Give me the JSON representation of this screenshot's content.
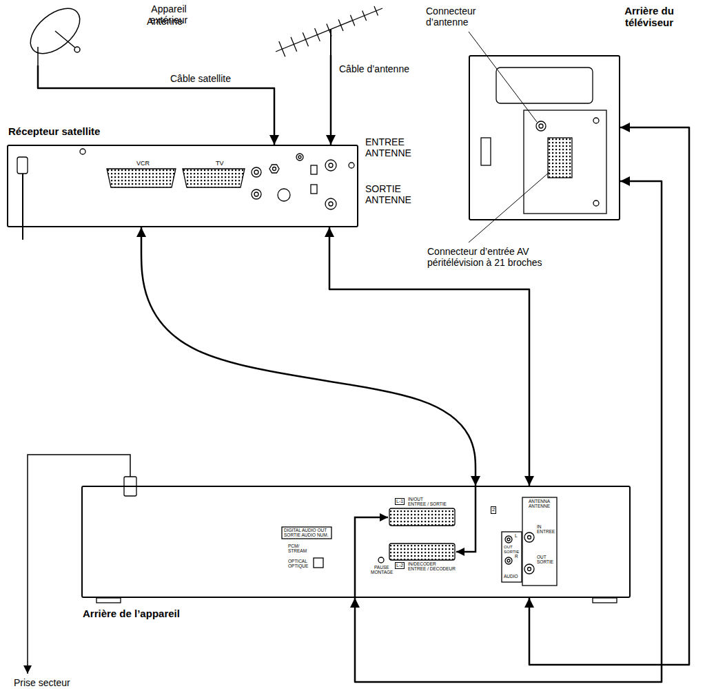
{
  "diagram": {
    "nodes": [
      {
        "text": [
          "Appareil extérieur"
        ]
      },
      {
        "text": [
          "Antenne"
        ]
      },
      {
        "text": [
          "Récepteur satellite",
          "VCR",
          "TV"
        ]
      },
      {
        "text": [
          "Arrière du téléviseur"
        ]
      },
      {
        "text": [
          "Arrière de l’appareil"
        ]
      }
    ],
    "edges": [
      {
        "from": 0,
        "to": 2,
        "arrow": "to",
        "label": "Câble satellite"
      },
      {
        "from": 1,
        "to": 2,
        "arrow": "to",
        "label": "Câble d’antenne"
      },
      {
        "from": 2,
        "to": 4,
        "arrow": "both"
      },
      {
        "from": 2,
        "to": 4,
        "arrow": "both"
      },
      {
        "from": 4,
        "to": 3,
        "arrow": "both"
      },
      {
        "from": 4,
        "to": 3,
        "arrow": "both"
      }
    ],
    "labels": [
      "ENTREE ANTENNE",
      "SORTIE ANTENNE",
      "Connecteur d’antenne",
      "Connecteur d’entrée AV péritélévision à 21 broches",
      "Prise secteur",
      "L-1",
      "IN/OUT",
      "ENTREE / SORTIE",
      "L-2",
      "IN/DECODER",
      "ENTREE / DECODEUR",
      "DIGITAL AUDIO OUT",
      "SORTIE AUDIO NUM.",
      "PCM/ STREAM",
      "OPTICAL",
      "OPTIQUE",
      "PAUSE",
      "MONTAGE",
      "2",
      "ANTENNA",
      "ANTENNE",
      "IN",
      "ENTREE",
      "OUT",
      "SORTIE",
      "L",
      "OUT",
      "SORTIE",
      "R",
      "AUDIO"
    ]
  }
}
